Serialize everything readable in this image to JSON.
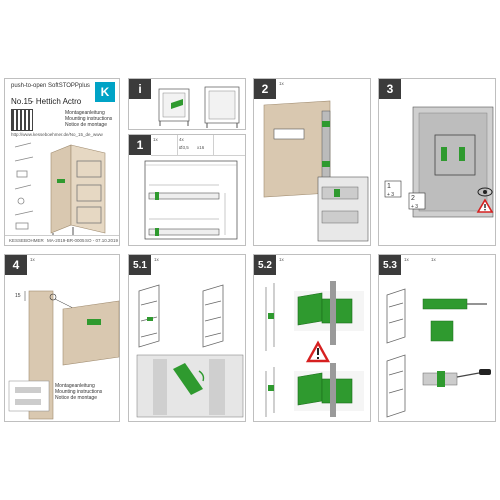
{
  "cover": {
    "product_line": "push-to-open SoftSTOPPplus",
    "model_no": "No.15",
    "model_name": "- Hettich Actro",
    "instructions_de": "Montageanleitung",
    "instructions_en": "Mounting instructions",
    "instructions_fr": "Notice de montage",
    "url": "http://www.kesseboehmer.de/No_15_de_www",
    "brand": "KESSEBÖHMER",
    "footer_left": "KESSEBOHMER",
    "footer_mid": "MA-2019-BR-0005",
    "footer_right": "SO - 07.10.2019"
  },
  "steps": [
    {
      "id": "i",
      "label": "i"
    },
    {
      "id": "1",
      "label": "1",
      "qty_a": "1x",
      "qty_b": "4x",
      "dim": "Ø3,5",
      "dim_b": "x16"
    },
    {
      "id": "2",
      "label": "2",
      "qty": "1x"
    },
    {
      "id": "3",
      "label": "3",
      "val_a": "1",
      "val_b": "2",
      "note_a": "+ 3",
      "note_b": "+ 3"
    },
    {
      "id": "4",
      "label": "4",
      "qty": "1x",
      "measure": "15"
    },
    {
      "id": "5.1",
      "label": "5.1",
      "qty": "1x"
    },
    {
      "id": "5.2",
      "label": "5.2",
      "qty": "1x"
    },
    {
      "id": "5.3",
      "label": "5.3",
      "qty_a": "1x",
      "qty_b": "1x"
    }
  ],
  "step4_caption": {
    "de": "Montageanleitung",
    "en": "Mounting instructions",
    "fr": "Notice de montage"
  },
  "colors": {
    "accent_green": "#2f9a2f",
    "panel_border": "#bfbfbf",
    "wood": "#d9c8b0",
    "step_label_bg": "#3b3b3b",
    "warning_red": "#d62020",
    "brand_blue": "#00a3c6"
  },
  "icons": [
    "warning-triangle-icon",
    "eye-icon",
    "brand-logo-icon",
    "qr-code-icon",
    "screwdriver-icon"
  ]
}
